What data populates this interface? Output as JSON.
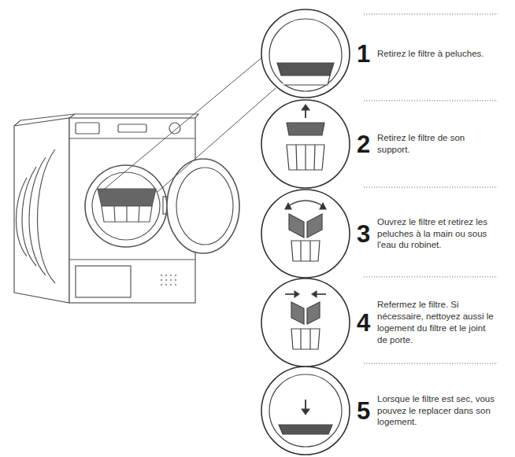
{
  "diagram": {
    "nodes": [
      {
        "text": [
          "1",
          "Retirez le filtre à peluches."
        ]
      },
      {
        "text": [
          "2",
          "Retirez le filtre de son support."
        ]
      },
      {
        "text": [
          "3",
          "Ouvrez le filtre et retirez les peluches à la main ou sous l'eau du robinet."
        ]
      },
      {
        "text": [
          "4",
          "Refermez le filtre. Si nécessaire, nettoyez aussi le logement du filtre et le joint de porte."
        ]
      },
      {
        "text": [
          "5",
          "Lorsque le filtre est sec, vous pouvez le replacer dans son logement."
        ]
      }
    ]
  }
}
